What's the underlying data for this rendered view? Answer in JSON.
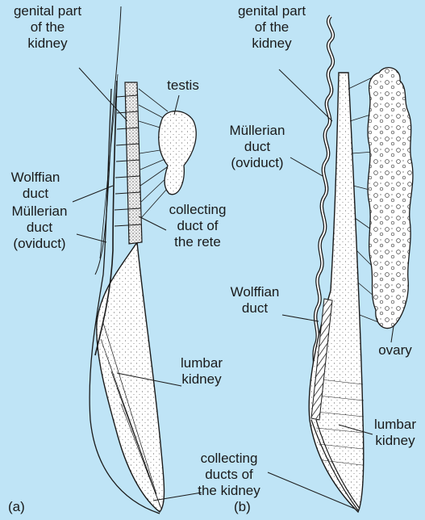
{
  "figure_a": {
    "tag": "(a)",
    "labels": {
      "genital_part": "genital part\nof the\nkidney",
      "testis": "testis",
      "wolffian_duct": "Wolffian\nduct",
      "mullerian_duct": "Müllerian\nduct\n(oviduct)",
      "collecting_duct_rete": "collecting\nduct of\nthe rete",
      "lumbar_kidney": "lumbar\nkidney",
      "collecting_ducts_kidney": "collecting\nducts of\nthe kidney"
    }
  },
  "figure_b": {
    "tag": "(b)",
    "labels": {
      "genital_part": "genital part\nof the\nkidney",
      "mullerian_duct": "Müllerian\nduct\n(oviduct)",
      "wolffian_duct": "Wolffian\nduct",
      "ovary": "ovary",
      "lumbar_kidney": "lumbar\nkidney"
    }
  },
  "colors": {
    "background": "#bfe4f6",
    "ink": "#1a1a1a",
    "organ_fill": "#ffffff"
  }
}
